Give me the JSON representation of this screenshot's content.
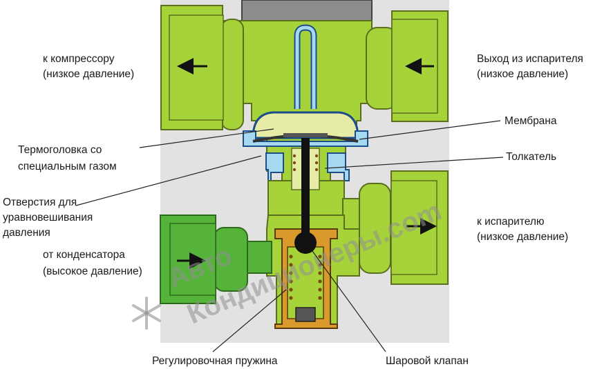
{
  "labels": {
    "to_compressor_1": "к компрессору",
    "to_compressor_2": "(низкое давление)",
    "from_evaporator_1": "Выход из испарителя",
    "from_evaporator_2": "(низкое давление)",
    "membrane": "Мембрана",
    "thermohead_1": "Термоголовка со",
    "thermohead_2": "специальным газом",
    "pusher": "Толкатель",
    "equalizing_1": "Отверстия для",
    "equalizing_2": "уравновешивания",
    "equalizing_3": "давления",
    "to_evaporator_1": "к испарителю",
    "to_evaporator_2": "(низкое давление)",
    "from_condenser_1": "от конденсатора",
    "from_condenser_2": "(высокое давление)",
    "adjusting_spring": "Регулировочная пружина",
    "ball_valve": "Шаровой клапан"
  },
  "watermark": {
    "line_1": "Авто",
    "line_2": "Кондиционеры.com"
  },
  "colors": {
    "body_green": "#a6d33a",
    "body_outline": "#5a6e1e",
    "inlet_green": "#56b33a",
    "thermo_fill": "#e6eba6",
    "blue_fill": "#a6d8f0",
    "blue_outline": "#1b4d8a",
    "background_plate": "#e2e2e2",
    "spring_cage": "#d99a2b",
    "spring_dot": "#7a4a10",
    "rod": "#111111",
    "leader": "#222222"
  },
  "icons": {
    "snowflake": "snowflake-icon",
    "arrows": "flow-arrow-icon"
  }
}
